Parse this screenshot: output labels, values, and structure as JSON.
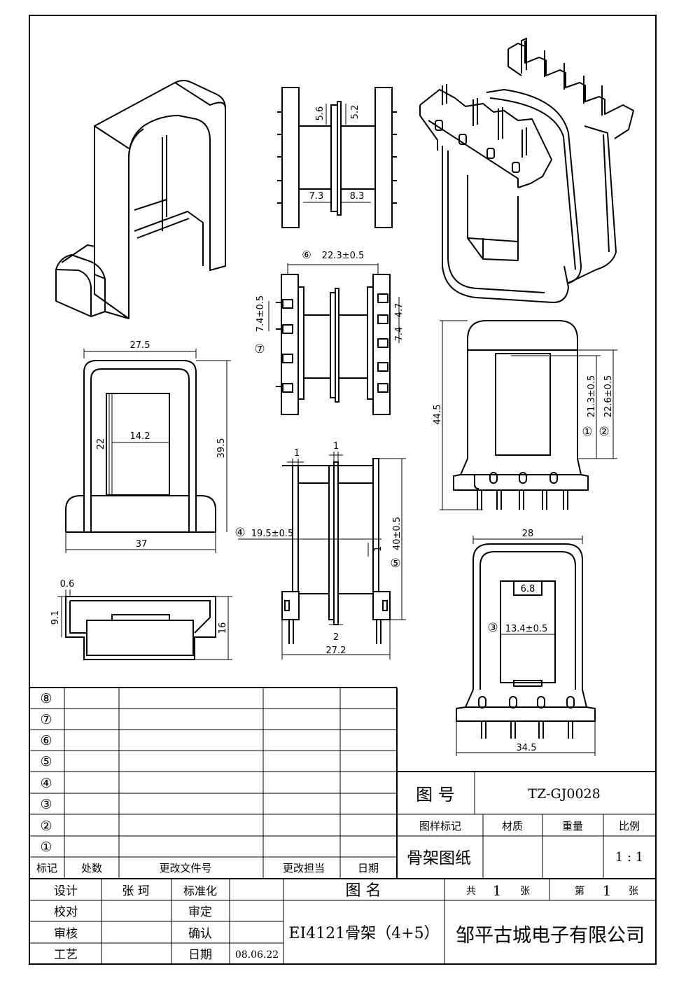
{
  "drawing": {
    "top_view": {
      "dim_a": "5.6",
      "dim_b": "5.2",
      "dim_c": "7.3",
      "dim_d": "8.3"
    },
    "pin_view": {
      "dim_6": "22.3±0.5",
      "dim_7": "7.4±0.5",
      "dim_47": "4.7",
      "dim_74": "7.4",
      "mark_6": "⑥",
      "mark_7": "⑦"
    },
    "front_view": {
      "width_top": "27.5",
      "inner_w": "14.2",
      "inner_h": "22",
      "height": "39.5",
      "base": "37"
    },
    "side_view": {
      "height": "44.5",
      "dim_1": "21.3±0.5",
      "dim_2": "22.6±0.5",
      "mark_1": "①",
      "mark_2": "②"
    },
    "section_view": {
      "dim_4": "19.5±0.5",
      "mark_4": "④",
      "dim_5": "40±0.5",
      "mark_5": "⑤",
      "wall_a": "1",
      "wall_b": "1",
      "wall_c": "1",
      "slot": "2",
      "total": "27.2"
    },
    "base_view": {
      "thick": "0.6",
      "h1": "9.1",
      "h2": "16"
    },
    "end_view": {
      "width": "28",
      "inner": "6.8",
      "dim_3": "13.4±0.5",
      "mark_3": "③",
      "base": "34.5"
    }
  },
  "revision_table": {
    "rows": [
      "⑧",
      "⑦",
      "⑥",
      "⑤",
      "④",
      "③",
      "②",
      "①"
    ],
    "headers": [
      "标记",
      "处数",
      "更改文件号",
      "更改担当",
      "日期"
    ]
  },
  "title_block": {
    "drawing_no_label": "图 号",
    "drawing_no": "TZ-GJ0028",
    "h_mark": "图样标记",
    "h_material": "材质",
    "h_weight": "重量",
    "h_scale": "比例",
    "mark_value": "骨架图纸",
    "scale_value": "1 : 1",
    "design_label": "设计",
    "designer": "张 珂",
    "standard_label": "标准化",
    "name_label": "图 名",
    "total_label": "共",
    "total_value": "1",
    "sheet_unit_a": "张",
    "sheet_label": "第",
    "sheet_value": "1",
    "sheet_unit_b": "张",
    "check_label": "校对",
    "approve_label": "审定",
    "review_label": "审核",
    "confirm_label": "确认",
    "process_label": "工艺",
    "date_label": "日期",
    "date_value": "08.06.22",
    "title": "EI4121骨架（4+5）",
    "company": "邹平古城电子有限公司"
  }
}
